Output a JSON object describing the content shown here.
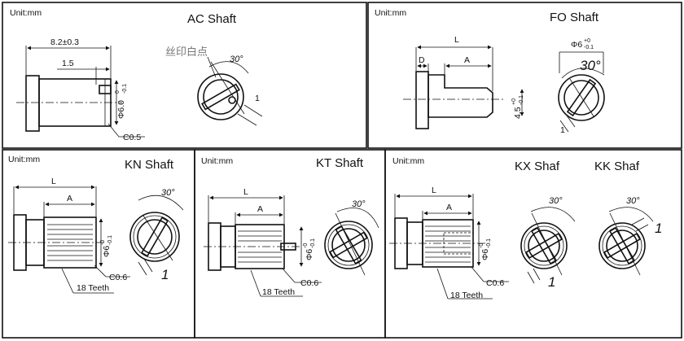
{
  "panels": {
    "ac": {
      "unit": "Unit:mm",
      "title": "AC  Shaft",
      "dim_length": "8.2±0.3",
      "dim_head": "1.5",
      "dim_dia": "Φ6.0",
      "dim_tol": "-0.1",
      "dim_tol_top": "0",
      "chamfer": "C0.5",
      "print_label": "丝印白点",
      "angle": "30°",
      "flat_dim": "1"
    },
    "fo": {
      "unit": "Unit:mm",
      "title": "FO Shaft",
      "dim_L": "L",
      "dim_D": "D",
      "dim_A": "A",
      "dim_dia": "Φ6",
      "dim_tol_top": "+0",
      "dim_tol": "-0.1",
      "flat_height": "4.5",
      "flat_tol_top": "+0",
      "flat_tol": "-0.1",
      "angle": "30°",
      "flat_dim": "1"
    },
    "kn": {
      "unit": "Unit:mm",
      "title": "KN  Shaft",
      "dim_L": "L",
      "dim_A": "A",
      "dim_dia": "Φ6",
      "dim_tol_top": "-0",
      "dim_tol": "-0.1",
      "chamfer": "C0.6",
      "teeth": "18 Teeth",
      "angle": "30°",
      "flat_dim": "1"
    },
    "kt": {
      "unit": "Unit:mm",
      "title": "KT  Shaft",
      "dim_L": "L",
      "dim_A": "A",
      "dim_dia": "Φ6",
      "dim_tol_top": "-0",
      "dim_tol": "-0.1",
      "chamfer": "C0.6",
      "teeth": "18 Teeth",
      "angle": "30°"
    },
    "kx": {
      "unit": "Unit:mm",
      "title": "KX Shaf",
      "title2": "KK Shaf",
      "dim_L": "L",
      "dim_A": "A",
      "dim_dia": "Φ6",
      "dim_tol_top": "-0",
      "dim_tol": "-0.1",
      "chamfer": "C0.6",
      "teeth": "18 Teeth",
      "angle_kx": "30°",
      "flat_dim_kx": "1",
      "angle_kk": "30°",
      "flat_dim_kk": "1"
    }
  }
}
